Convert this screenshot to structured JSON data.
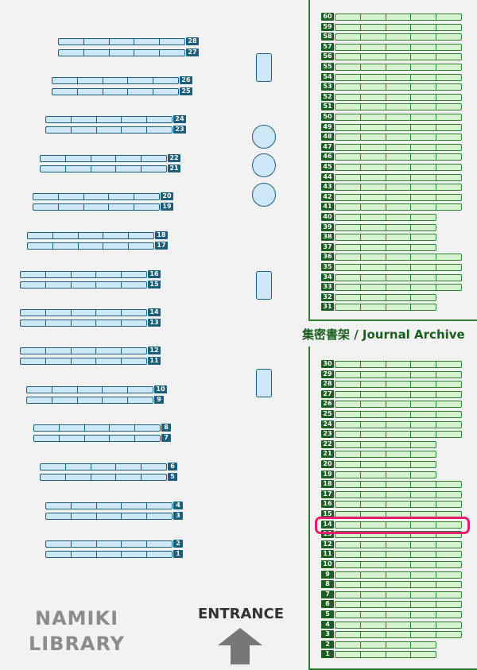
{
  "map": {
    "library_name": [
      "NAMIKI",
      "LIBRARY"
    ],
    "entrance_label": "ENTRANCE",
    "archive_label": "集密書架 / Journal Archive",
    "highlighted_shelf": "14",
    "colors": {
      "shelf_fill": "#cfe8f8",
      "shelf_border": "#1d5e7a",
      "archive_fill": "#d6f2cf",
      "archive_border": "#2e7d32",
      "highlight": "#e61e6e"
    },
    "icons": [
      "entrance-arrow-icon"
    ]
  },
  "main_shelves": [
    {
      "label": "28"
    },
    {
      "label": "27"
    },
    {
      "label": "26"
    },
    {
      "label": "25"
    },
    {
      "label": "24"
    },
    {
      "label": "23"
    },
    {
      "label": "22"
    },
    {
      "label": "21"
    },
    {
      "label": "20"
    },
    {
      "label": "19"
    },
    {
      "label": "18"
    },
    {
      "label": "17"
    },
    {
      "label": "16"
    },
    {
      "label": "15"
    },
    {
      "label": "14"
    },
    {
      "label": "13"
    },
    {
      "label": "12"
    },
    {
      "label": "11"
    },
    {
      "label": "10"
    },
    {
      "label": "9"
    },
    {
      "label": "8"
    },
    {
      "label": "7"
    },
    {
      "label": "6"
    },
    {
      "label": "5"
    },
    {
      "label": "4"
    },
    {
      "label": "3"
    },
    {
      "label": "2"
    },
    {
      "label": "1"
    }
  ],
  "archive_upper": [
    "60",
    "59",
    "58",
    "57",
    "56",
    "55",
    "54",
    "53",
    "52",
    "51",
    "50",
    "49",
    "48",
    "47",
    "46",
    "45",
    "44",
    "43",
    "42",
    "41",
    "40",
    "39",
    "38",
    "37",
    "36",
    "35",
    "34",
    "33",
    "32",
    "31"
  ],
  "archive_lower": [
    "30",
    "29",
    "28",
    "27",
    "26",
    "25",
    "24",
    "23",
    "22",
    "21",
    "20",
    "19",
    "18",
    "17",
    "16",
    "15",
    "14",
    "13",
    "12",
    "11",
    "10",
    "9",
    "8",
    "7",
    "6",
    "5",
    "4",
    "3",
    "2",
    "1"
  ]
}
